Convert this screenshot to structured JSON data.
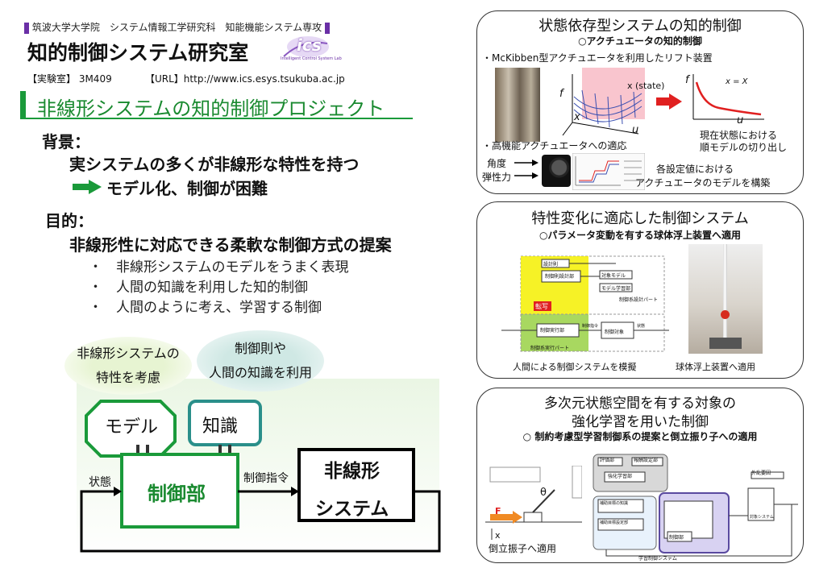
{
  "header": {
    "affiliation": "筑波大学大学院　システム情報工学研究科　知能機能システム専攻",
    "lab_name": "知的制御システム研究室",
    "logo_text": "ics",
    "logo_subtext": "Intelligent Control System Lab",
    "room_label": "【実験室】 3M409",
    "url_label": "【URL】http://www.ics.esys.tsukuba.ac.jp"
  },
  "project_title": "非線形システムの知的制御プロジェクト",
  "background": {
    "heading": "背景：",
    "line1": "実システムの多くが非線形な特性を持つ",
    "line2": "モデル化、制御が困難"
  },
  "purpose": {
    "heading": "目的：",
    "main": "非線形性に対応できる柔軟な制御方式の提案",
    "items": [
      "・　非線形システムのモデルをうまく表現",
      "・　人間の知識を利用した知的制御",
      "・　人間のように考え、学習する制御"
    ]
  },
  "diagram": {
    "oval1_line1": "非線形システムの",
    "oval1_line2": "特性を考慮",
    "oval2_line1": "制御則や",
    "oval2_line2": "人間の知識を利用",
    "model": "モデル",
    "knowledge": "知識",
    "controller": "制御部",
    "plant_line1": "非線形",
    "plant_line2": "システム",
    "state_label": "状態",
    "command_label": "制御指令"
  },
  "panel1": {
    "title": "状態依存型システムの知的制御",
    "subtitle": "○アクチュエータの知的制御",
    "bullet1": "・McKibben型アクチュエータを利用したリフト装置",
    "axis_f": "f",
    "axis_x": "x",
    "axis_u": "u",
    "state_label": "x (state)",
    "curve_label": "x = X",
    "caption1_line1": "現在状態における",
    "caption1_line2": "順モデルの切り出し",
    "bullet2": "・高機能アクチュエータへの適応",
    "angle_label": "角度",
    "elastic_label": "弾性力",
    "caption2_line1": "各設定値における",
    "caption2_line2": "アクチュエータのモデルを構築"
  },
  "panel2": {
    "title": "特性変化に適応した制御システム",
    "subtitle": "○パラメータ変動を有する球体浮上装置へ適用",
    "block_labels": [
      "設計則",
      "制御則設計部",
      "対象モデル",
      "モデル学習部",
      "制御系設計パート",
      "転写",
      "制御実行部",
      "制御対象",
      "制御系実行パート"
    ],
    "signal_command": "制御指令",
    "signal_state": "状態",
    "caption_left": "人間による制御システムを模擬",
    "caption_right": "球体浮上装置へ適用"
  },
  "panel3": {
    "title_line1": "多次元状態空間を有する対象の",
    "title_line2": "強化学習を用いた制御",
    "subtitle": "○ 制約考慮型学習制御系の提案と倒立振り子への適用",
    "theta_label": "θ",
    "force_label": "F",
    "x_label": "x",
    "caption": "倒立振子へ適用",
    "block_labels": [
      "評価部",
      "報酬設定部",
      "強化学習部",
      "補助目標の知識",
      "補助目標設定部",
      "制御部",
      "外乱要因",
      "対象システム",
      "学習制御システム"
    ]
  },
  "colors": {
    "green": "#1a9a3a",
    "purple": "#6a2fa6",
    "red": "#e02020"
  }
}
